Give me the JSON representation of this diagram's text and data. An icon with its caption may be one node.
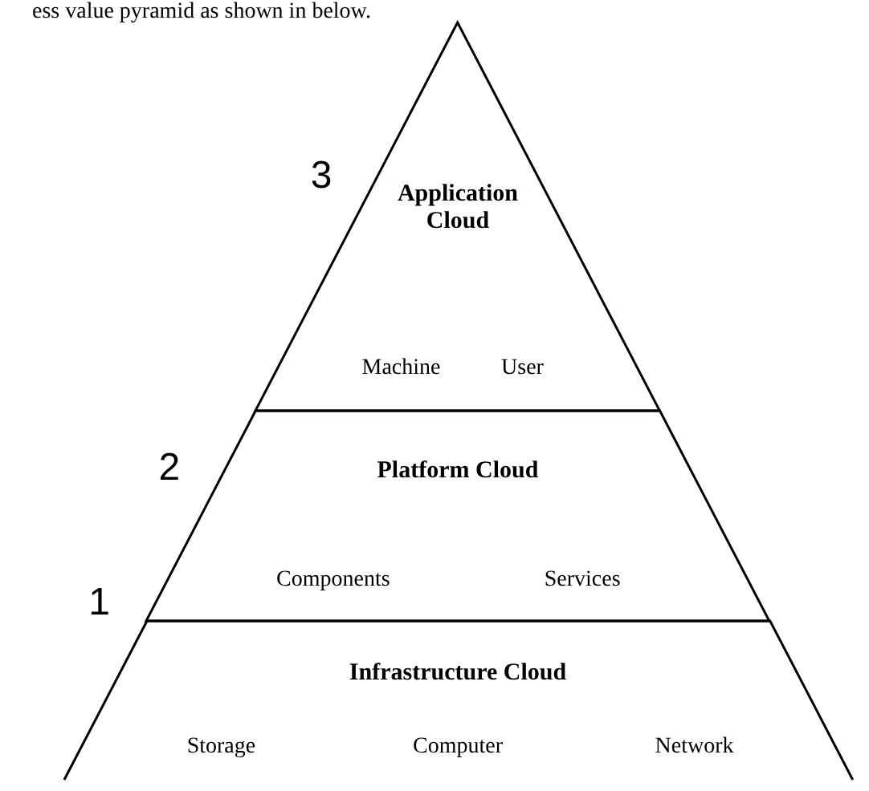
{
  "diagram": {
    "nodes": [
      {
        "text": [
          "Application Cloud",
          "Machine",
          "User"
        ],
        "beside": [
          "3"
        ]
      },
      {
        "text": [
          "Platform Cloud",
          "Components",
          "Services"
        ],
        "beside": [
          "2"
        ]
      },
      {
        "text": [
          "Infrastructure Cloud",
          "Storage",
          "Computer",
          "Network"
        ],
        "beside": [
          "1"
        ]
      }
    ],
    "labels": [
      "ess value pyramid as shown in below."
    ]
  }
}
